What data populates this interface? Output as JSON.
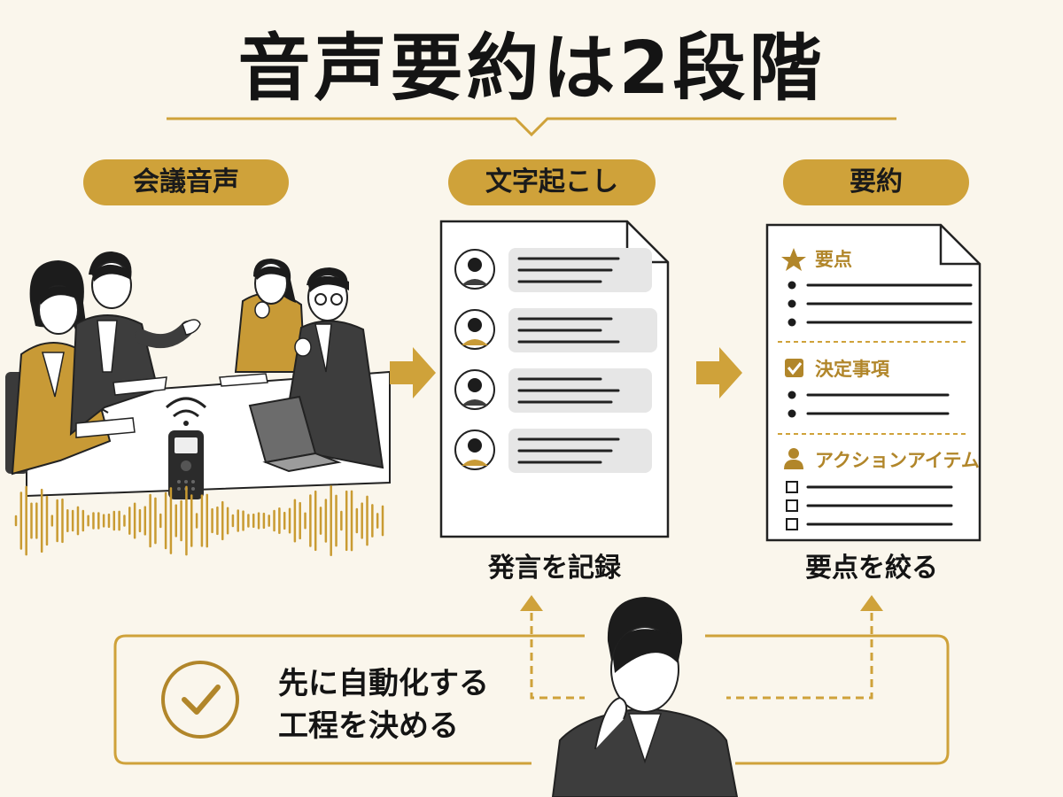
{
  "title": "音声要約は2段階",
  "stages": {
    "audio": {
      "label": "会議音声"
    },
    "transcription": {
      "label": "文字起こし",
      "caption": "発言を記録"
    },
    "summary": {
      "label": "要約",
      "caption": "要点を絞る"
    }
  },
  "summary_doc": {
    "sections": [
      {
        "title": "要点",
        "icon": "star-icon",
        "bullet_type": "dot",
        "line_count": 3
      },
      {
        "title": "決定事項",
        "icon": "checkbox-checked-icon",
        "bullet_type": "dot",
        "line_count": 2
      },
      {
        "title": "アクションアイテム",
        "icon": "person-icon",
        "bullet_type": "checkbox",
        "line_count": 3
      }
    ]
  },
  "transcript": {
    "speaker_count": 4
  },
  "note": {
    "line1": "先に自動化する",
    "line2": "工程を決める",
    "icon": "check-circle-icon"
  },
  "colors": {
    "accent": "#cfa23a",
    "background": "#faf6ec",
    "text": "#141414",
    "gray_bubble": "#e6e6e6"
  }
}
